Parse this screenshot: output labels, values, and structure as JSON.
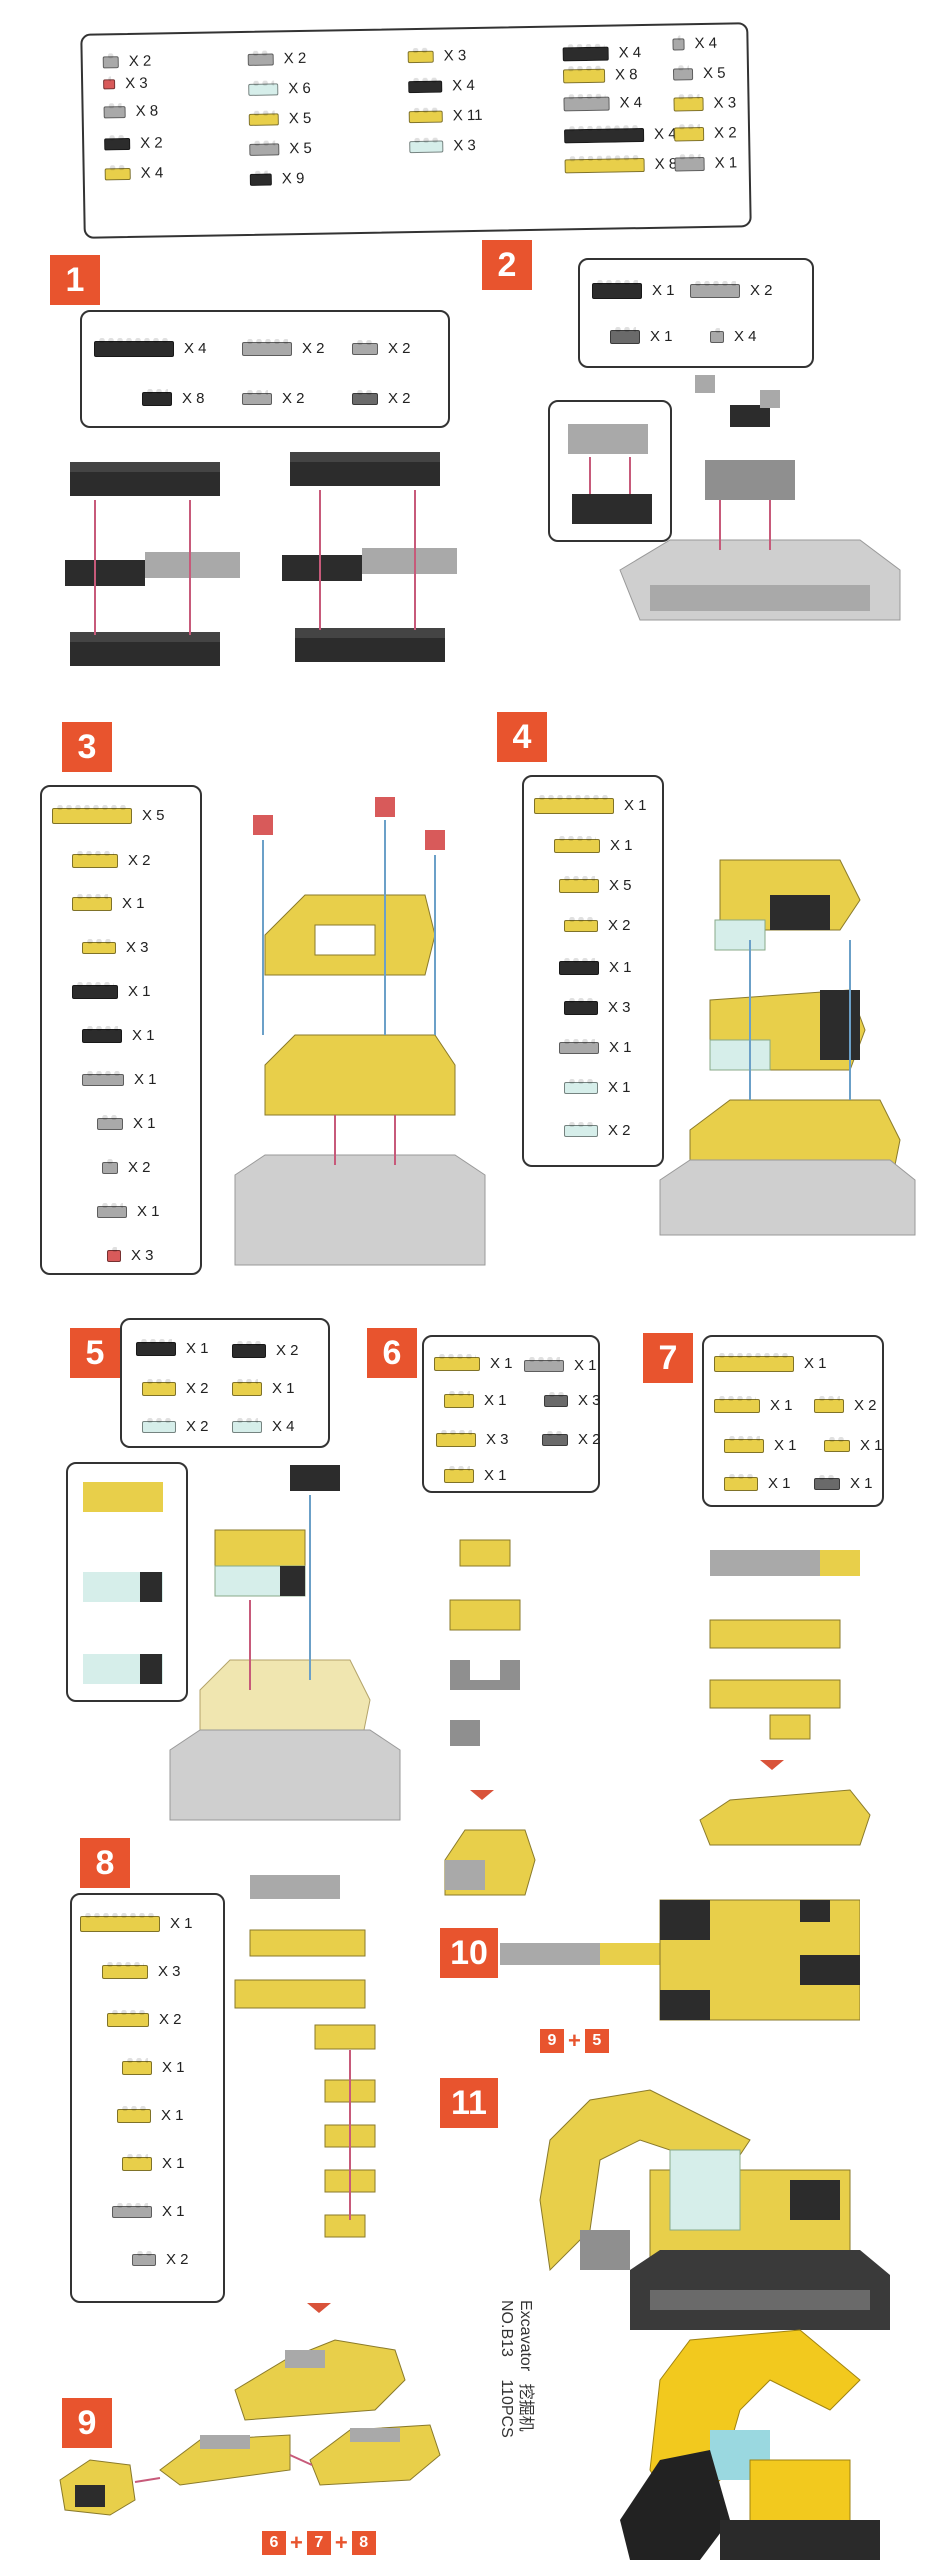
{
  "colors": {
    "yellow": "#e8cf4a",
    "black": "#2c2c2c",
    "grey": "#a9a9a9",
    "light": "#d6eeea",
    "red": "#d85a5a",
    "dark": "#6a6a6a",
    "accent": "#e8542e"
  },
  "inventory": [
    {
      "color": "g",
      "w": 16,
      "h": 12,
      "qty": "X 2"
    },
    {
      "color": "r",
      "w": 12,
      "h": 10,
      "qty": "X 3"
    },
    {
      "color": "g",
      "w": 22,
      "h": 12,
      "qty": "X 8"
    },
    {
      "color": "k",
      "w": 26,
      "h": 12,
      "qty": "X 2"
    },
    {
      "color": "y",
      "w": 26,
      "h": 12,
      "qty": "X 4"
    },
    {
      "color": "g",
      "w": 26,
      "h": 12,
      "qty": "X 2"
    },
    {
      "color": "l",
      "w": 30,
      "h": 12,
      "qty": "X 6"
    },
    {
      "color": "y",
      "w": 30,
      "h": 12,
      "qty": "X 5"
    },
    {
      "color": "g",
      "w": 30,
      "h": 12,
      "qty": "X 5"
    },
    {
      "color": "k",
      "w": 22,
      "h": 12,
      "qty": "X 9"
    },
    {
      "color": "y",
      "w": 26,
      "h": 12,
      "qty": "X 3"
    },
    {
      "color": "k",
      "w": 34,
      "h": 12,
      "qty": "X 4"
    },
    {
      "color": "y",
      "w": 34,
      "h": 12,
      "qty": "X 11"
    },
    {
      "color": "l",
      "w": 34,
      "h": 12,
      "qty": "X 3"
    },
    {
      "color": "k",
      "w": 46,
      "h": 14,
      "qty": "X 4"
    },
    {
      "color": "y",
      "w": 42,
      "h": 14,
      "qty": "X 8"
    },
    {
      "color": "g",
      "w": 46,
      "h": 14,
      "qty": "X 4"
    },
    {
      "color": "k",
      "w": 80,
      "h": 14,
      "qty": "X 4"
    },
    {
      "color": "y",
      "w": 80,
      "h": 14,
      "qty": "X 8"
    },
    {
      "color": "g",
      "w": 12,
      "h": 12,
      "qty": "X 4"
    },
    {
      "color": "g",
      "w": 20,
      "h": 12,
      "qty": "X 5"
    },
    {
      "color": "y",
      "w": 30,
      "h": 14,
      "qty": "X 3"
    },
    {
      "color": "y",
      "w": 30,
      "h": 14,
      "qty": "X 2"
    },
    {
      "color": "g",
      "w": 30,
      "h": 14,
      "qty": "X 1"
    }
  ],
  "steps": {
    "s1": {
      "num": "1",
      "parts": [
        {
          "color": "k",
          "w": 80,
          "h": 16,
          "qty": "X 4"
        },
        {
          "color": "g",
          "w": 50,
          "h": 14,
          "qty": "X 2"
        },
        {
          "color": "g",
          "w": 26,
          "h": 12,
          "qty": "X 2"
        },
        {
          "color": "k",
          "w": 30,
          "h": 14,
          "qty": "X 8"
        },
        {
          "color": "g",
          "w": 30,
          "h": 12,
          "qty": "X 2"
        },
        {
          "color": "d",
          "w": 26,
          "h": 12,
          "qty": "X 2"
        }
      ]
    },
    "s2": {
      "num": "2",
      "parts": [
        {
          "color": "k",
          "w": 50,
          "h": 16,
          "qty": "X 1"
        },
        {
          "color": "g",
          "w": 50,
          "h": 14,
          "qty": "X 2"
        },
        {
          "color": "d",
          "w": 30,
          "h": 14,
          "qty": "X 1"
        },
        {
          "color": "g",
          "w": 14,
          "h": 12,
          "qty": "X 4"
        }
      ]
    },
    "s3": {
      "num": "3",
      "parts": [
        {
          "color": "y",
          "w": 80,
          "h": 16,
          "qty": "X 5"
        },
        {
          "color": "y",
          "w": 46,
          "h": 14,
          "qty": "X 2"
        },
        {
          "color": "y",
          "w": 40,
          "h": 14,
          "qty": "X 1"
        },
        {
          "color": "y",
          "w": 34,
          "h": 12,
          "qty": "X 3"
        },
        {
          "color": "k",
          "w": 46,
          "h": 14,
          "qty": "X 1"
        },
        {
          "color": "k",
          "w": 40,
          "h": 14,
          "qty": "X 1"
        },
        {
          "color": "g",
          "w": 42,
          "h": 12,
          "qty": "X 1"
        },
        {
          "color": "g",
          "w": 26,
          "h": 12,
          "qty": "X 1"
        },
        {
          "color": "g",
          "w": 16,
          "h": 12,
          "qty": "X 2"
        },
        {
          "color": "g",
          "w": 30,
          "h": 12,
          "qty": "X 1"
        },
        {
          "color": "r",
          "w": 14,
          "h": 12,
          "qty": "X 3"
        }
      ]
    },
    "s4": {
      "num": "4",
      "parts": [
        {
          "color": "y",
          "w": 80,
          "h": 16,
          "qty": "X 1"
        },
        {
          "color": "y",
          "w": 46,
          "h": 14,
          "qty": "X 1"
        },
        {
          "color": "y",
          "w": 40,
          "h": 14,
          "qty": "X 5"
        },
        {
          "color": "y",
          "w": 34,
          "h": 12,
          "qty": "X 2"
        },
        {
          "color": "k",
          "w": 40,
          "h": 14,
          "qty": "X 1"
        },
        {
          "color": "k",
          "w": 34,
          "h": 14,
          "qty": "X 3"
        },
        {
          "color": "g",
          "w": 40,
          "h": 12,
          "qty": "X 1"
        },
        {
          "color": "l",
          "w": 34,
          "h": 12,
          "qty": "X 1"
        },
        {
          "color": "l",
          "w": 34,
          "h": 12,
          "qty": "X 2"
        }
      ]
    },
    "s5": {
      "num": "5",
      "parts": [
        {
          "color": "k",
          "w": 40,
          "h": 14,
          "qty": "X 1"
        },
        {
          "color": "k",
          "w": 34,
          "h": 14,
          "qty": "X 2"
        },
        {
          "color": "y",
          "w": 34,
          "h": 14,
          "qty": "X 2"
        },
        {
          "color": "y",
          "w": 30,
          "h": 14,
          "qty": "X 1"
        },
        {
          "color": "l",
          "w": 34,
          "h": 12,
          "qty": "X 2"
        },
        {
          "color": "l",
          "w": 30,
          "h": 12,
          "qty": "X 4"
        }
      ]
    },
    "s6": {
      "num": "6",
      "parts": [
        {
          "color": "y",
          "w": 46,
          "h": 14,
          "qty": "X 1"
        },
        {
          "color": "g",
          "w": 40,
          "h": 12,
          "qty": "X 1"
        },
        {
          "color": "y",
          "w": 30,
          "h": 14,
          "qty": "X 1"
        },
        {
          "color": "d",
          "w": 24,
          "h": 12,
          "qty": "X 3"
        },
        {
          "color": "y",
          "w": 40,
          "h": 14,
          "qty": "X 3"
        },
        {
          "color": "d",
          "w": 26,
          "h": 12,
          "qty": "X 2"
        },
        {
          "color": "y",
          "w": 30,
          "h": 14,
          "qty": "X 1"
        }
      ]
    },
    "s7": {
      "num": "7",
      "parts": [
        {
          "color": "y",
          "w": 80,
          "h": 16,
          "qty": "X 1"
        },
        {
          "color": "y",
          "w": 46,
          "h": 14,
          "qty": "X 1"
        },
        {
          "color": "y",
          "w": 30,
          "h": 14,
          "qty": "X 2"
        },
        {
          "color": "y",
          "w": 40,
          "h": 14,
          "qty": "X 1"
        },
        {
          "color": "y",
          "w": 26,
          "h": 12,
          "qty": "X 1"
        },
        {
          "color": "y",
          "w": 34,
          "h": 14,
          "qty": "X 1"
        },
        {
          "color": "d",
          "w": 26,
          "h": 12,
          "qty": "X 1"
        }
      ]
    },
    "s8": {
      "num": "8",
      "parts": [
        {
          "color": "y",
          "w": 80,
          "h": 16,
          "qty": "X 1"
        },
        {
          "color": "y",
          "w": 46,
          "h": 14,
          "qty": "X 3"
        },
        {
          "color": "y",
          "w": 42,
          "h": 14,
          "qty": "X 2"
        },
        {
          "color": "y",
          "w": 30,
          "h": 14,
          "qty": "X 1"
        },
        {
          "color": "y",
          "w": 34,
          "h": 14,
          "qty": "X 1"
        },
        {
          "color": "y",
          "w": 30,
          "h": 14,
          "qty": "X 1"
        },
        {
          "color": "g",
          "w": 40,
          "h": 12,
          "qty": "X 1"
        },
        {
          "color": "g",
          "w": 24,
          "h": 12,
          "qty": "X 2"
        }
      ]
    },
    "s9": {
      "num": "9"
    },
    "s10": {
      "num": "10"
    },
    "s11": {
      "num": "11"
    }
  },
  "combos": {
    "c10": {
      "a": "9",
      "op": "+",
      "b": "5"
    },
    "c9": {
      "a": "6",
      "op1": "+",
      "b": "7",
      "op2": "+",
      "c": "8"
    }
  },
  "product": {
    "name": "Excavator",
    "cn": "挖掘机",
    "code": "NO.B13",
    "pcs": "110PCS"
  }
}
